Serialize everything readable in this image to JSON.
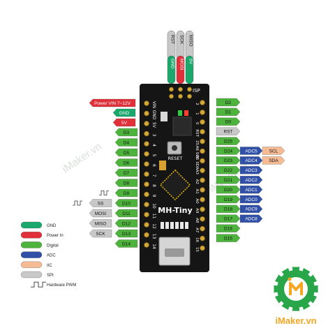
{
  "colors": {
    "gnd": "#1aa86c",
    "power": "#e0313b",
    "digital": "#4db33d",
    "adc": "#3050a8",
    "iic": "#f4bb95",
    "spi": "#c8c8c8",
    "board": "#151515",
    "watermark": "#cfd8cf"
  },
  "board": {
    "title": "MH-Tiny",
    "reset": "RESET",
    "isp": "ISP"
  },
  "isp_header": [
    "RST",
    "SCK",
    "MISO",
    "GND",
    "MOSI",
    "5V"
  ],
  "left_power": [
    {
      "label": "Power  VIN  7~12V",
      "kind": "power"
    },
    {
      "label": "GND",
      "kind": "gnd"
    },
    {
      "label": "5V",
      "kind": "power"
    }
  ],
  "left_pins": [
    "D3",
    "D4",
    "D5",
    "D6",
    "D7",
    "D8",
    "D9",
    "D10",
    "D11",
    "D12",
    "D13",
    "D14"
  ],
  "left_spi": [
    {
      "label": "SS",
      "pin": "D10"
    },
    {
      "label": "MOSI",
      "pin": "D11"
    },
    {
      "label": "MISO",
      "pin": "D12"
    },
    {
      "label": "SCK",
      "pin": "D13"
    }
  ],
  "board_left_labels": [
    "VIN",
    "GND",
    "5V",
    "3",
    "4",
    "5",
    "6",
    "7",
    "8",
    "9",
    "10",
    "11",
    "12",
    "13",
    "14"
  ],
  "board_right_labels": [
    "2",
    "1",
    "0",
    "RST",
    "25",
    "A6 SCL",
    "A5 SDA",
    "A3",
    "A2",
    "A1",
    "A0",
    "A9",
    "A8",
    "A7",
    "16",
    "15"
  ],
  "right_pins": [
    {
      "label": "D2",
      "kind": "digital"
    },
    {
      "label": "D1",
      "kind": "digital"
    },
    {
      "label": "D0",
      "kind": "digital"
    },
    {
      "label": "RST",
      "kind": "spi"
    },
    {
      "label": "D25",
      "kind": "digital"
    },
    {
      "label": "D24",
      "kind": "digital",
      "adc": "ADC5",
      "iic": "SCL"
    },
    {
      "label": "D23",
      "kind": "digital",
      "adc": "ADC4",
      "iic": "SDA"
    },
    {
      "label": "D22",
      "kind": "digital",
      "adc": "ADC3"
    },
    {
      "label": "D21",
      "kind": "digital",
      "adc": "ADC2"
    },
    {
      "label": "D20",
      "kind": "digital",
      "adc": "ADC1"
    },
    {
      "label": "D19",
      "kind": "digital",
      "adc": "ADC0"
    },
    {
      "label": "D18",
      "kind": "digital",
      "adc": "ADC9"
    },
    {
      "label": "D17",
      "kind": "digital",
      "adc": "ADC8"
    },
    {
      "label": "D16",
      "kind": "digital"
    },
    {
      "label": "D15",
      "kind": "digital"
    }
  ],
  "legend": [
    {
      "label": "GND",
      "kind": "gnd"
    },
    {
      "label": "Power In",
      "kind": "power"
    },
    {
      "label": "Digital",
      "kind": "digital"
    },
    {
      "label": "ADC",
      "kind": "adc"
    },
    {
      "label": "IIC",
      "kind": "iic"
    },
    {
      "label": "SPI",
      "kind": "spi"
    },
    {
      "label": "Hardware PWM",
      "kind": "pwm"
    }
  ],
  "watermark": "iMaker.vn",
  "logo": {
    "brand": "iMaker.vn"
  }
}
